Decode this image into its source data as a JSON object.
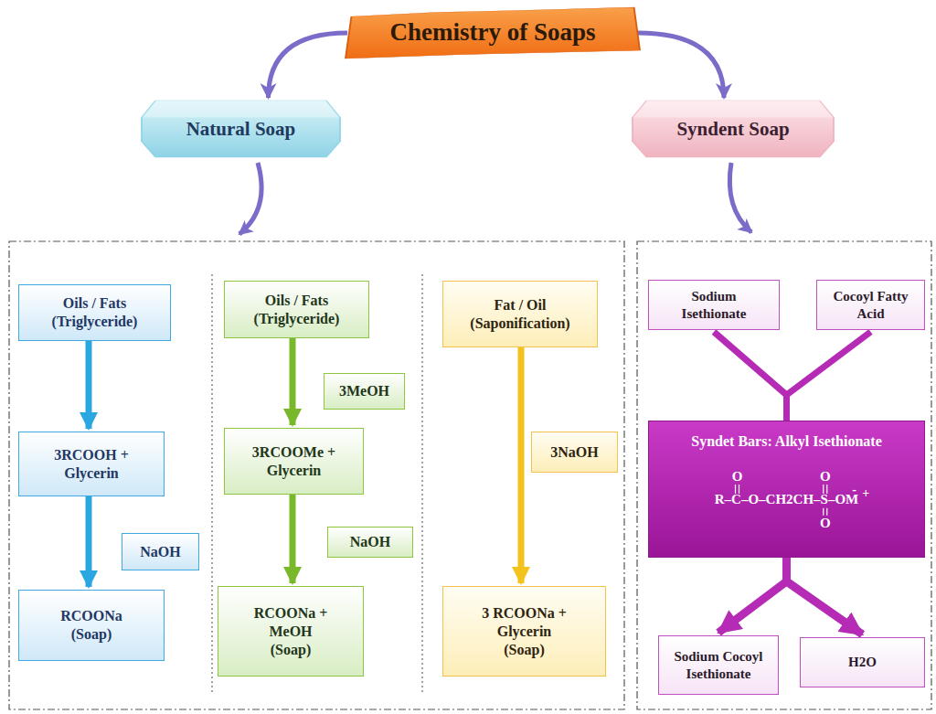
{
  "diagram": {
    "nodes": [
      {
        "text": [
          "Chemistry of Soaps"
        ]
      },
      {
        "text": [
          "Natural Soap"
        ]
      },
      {
        "text": [
          "Syndent Soap"
        ]
      },
      {
        "text": [
          "Oils / Fats (Triglyceride)"
        ]
      },
      {
        "text": [
          "3RCOOH + Glycerin"
        ]
      },
      {
        "text": [
          "NaOH"
        ]
      },
      {
        "text": [
          "RCOONa (Soap)"
        ]
      },
      {
        "text": [
          "Oils / Fats (Triglyceride)"
        ]
      },
      {
        "text": [
          "3MeOH"
        ]
      },
      {
        "text": [
          "3RCOOMe + Glycerin"
        ]
      },
      {
        "text": [
          "NaOH"
        ]
      },
      {
        "text": [
          "RCOONa + MeOH (Soap)"
        ]
      },
      {
        "text": [
          "Fat / Oil (Saponification)"
        ]
      },
      {
        "text": [
          "3NaOH"
        ]
      },
      {
        "text": [
          "3 RCOONa + Glycerin (Soap)"
        ]
      },
      {
        "text": [
          "Sodium Isethionate"
        ]
      },
      {
        "text": [
          "Cocoyl Fatty Acid"
        ]
      },
      {
        "text": [
          "Syndet Bars: Alkyl Isethionate",
          "O",
          "O",
          "R–",
          "C",
          "–O–CH2CH–",
          "S",
          "–OM",
          "-",
          "+",
          "O"
        ]
      },
      {
        "text": [
          "Sodium Cocoyl Isethionate"
        ]
      },
      {
        "text": [
          "H2O"
        ]
      }
    ],
    "edges": [
      {
        "from": 0,
        "to": 1,
        "arrow": "to"
      },
      {
        "from": 0,
        "to": 2,
        "arrow": "to"
      },
      {
        "from": 3,
        "to": 4,
        "arrow": "to"
      },
      {
        "from": 4,
        "to": 6,
        "arrow": "to"
      },
      {
        "from": 7,
        "to": 9,
        "arrow": "to"
      },
      {
        "from": 9,
        "to": 11,
        "arrow": "to"
      },
      {
        "from": 12,
        "to": 14,
        "arrow": "to"
      },
      {
        "from": 15,
        "to": 17,
        "arrow": "none"
      },
      {
        "from": 16,
        "to": 17,
        "arrow": "none"
      },
      {
        "from": 17,
        "to": 18,
        "arrow": "to"
      },
      {
        "from": 17,
        "to": 19,
        "arrow": "to"
      }
    ]
  }
}
